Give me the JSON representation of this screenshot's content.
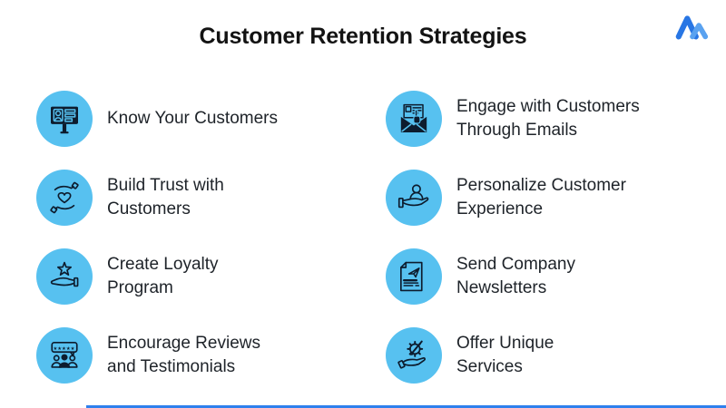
{
  "header": {
    "title": "Customer Retention Strategies",
    "logo": "mailmodo-mountain-logo"
  },
  "colors": {
    "icon_circle_blue": "#57C1F0",
    "icon_stroke_dark": "#0D1C2E",
    "accent_blue": "#2F80ED",
    "title_text": "#131313",
    "body_text": "#1E2329",
    "background": "#FFFFFF"
  },
  "strategies": [
    {
      "label": "Know Your Customers",
      "icon": "customer-id-sign-icon"
    },
    {
      "label": "Build Trust with\nCustomers",
      "icon": "hands-holding-heart-icon"
    },
    {
      "label": "Create Loyalty\nProgram",
      "icon": "hand-presenting-star-icon"
    },
    {
      "label": "Encourage Reviews\nand Testimonials",
      "icon": "five-star-review-people-icon"
    },
    {
      "label": "Engage with Customers\nThrough Emails",
      "icon": "email-engagement-icon"
    },
    {
      "label": "Personalize Customer\nExperience",
      "icon": "hand-presenting-person-icon"
    },
    {
      "label": "Send Company\nNewsletters",
      "icon": "newsletter-document-icon"
    },
    {
      "label": "Offer Unique\nServices",
      "icon": "hand-holding-gear-icon"
    }
  ]
}
